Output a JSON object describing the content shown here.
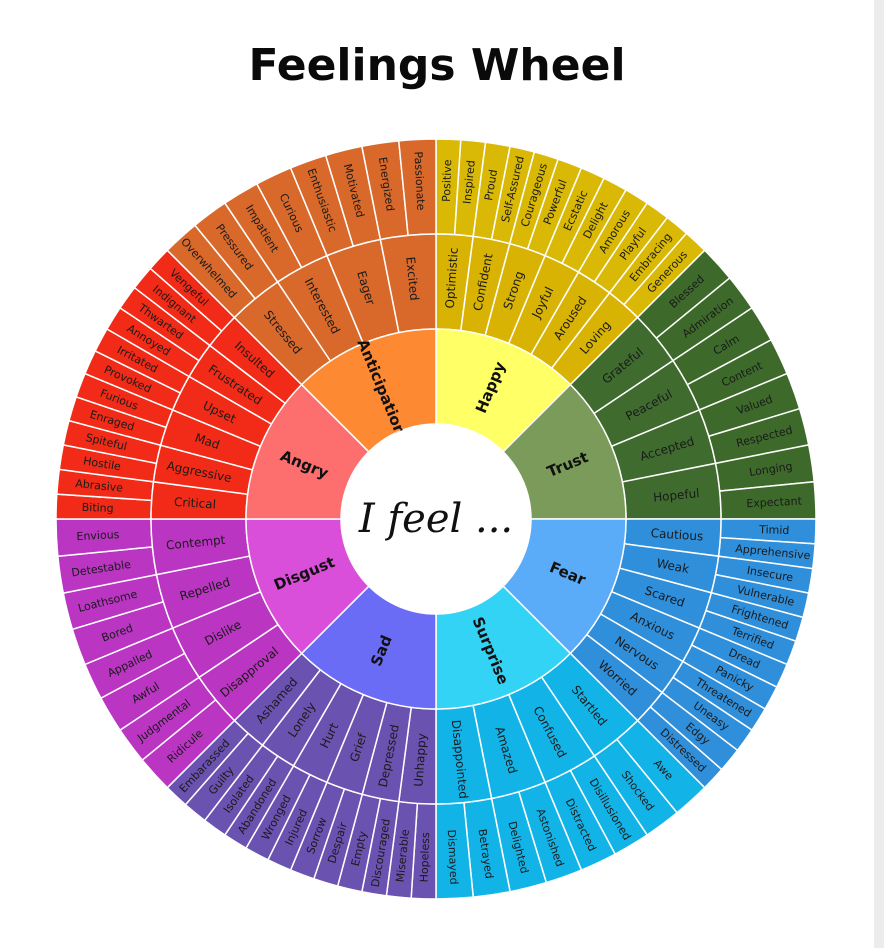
{
  "title": "Feelings Wheel",
  "center": "I feel ...",
  "emotions": [
    {
      "name": "Happy",
      "color_inner": "#ffff66",
      "color_mid": "#d8b304",
      "color_outer": "#d9b905",
      "secondary": [
        {
          "name": "Optimistic",
          "tertiary": [
            "Positive",
            "Inspired"
          ]
        },
        {
          "name": "Confident",
          "tertiary": [
            "Proud",
            "Self-Assured"
          ]
        },
        {
          "name": "Strong",
          "tertiary": [
            "Courageous",
            "Powerful"
          ]
        },
        {
          "name": "Joyful",
          "tertiary": [
            "Ecstatic",
            "Delight"
          ]
        },
        {
          "name": "Aroused",
          "tertiary": [
            "Amorous",
            "Playful"
          ]
        },
        {
          "name": "Loving",
          "tertiary": [
            "Embracing",
            "Generous"
          ]
        }
      ]
    },
    {
      "name": "Trust",
      "color_inner": "#7a9b5a",
      "color_mid": "#3f6b2e",
      "color_outer": "#3d6a2b",
      "secondary": [
        {
          "name": "Grateful",
          "tertiary": [
            "Blessed",
            "Admiration"
          ]
        },
        {
          "name": "Peaceful",
          "tertiary": [
            "Calm",
            "Content"
          ]
        },
        {
          "name": "Accepted",
          "tertiary": [
            "Valued",
            "Respected"
          ]
        },
        {
          "name": "Hopeful",
          "tertiary": [
            "Longing",
            "Expectant"
          ]
        }
      ]
    },
    {
      "name": "Fear",
      "color_inner": "#5aabf8",
      "color_mid": "#2f8fdb",
      "color_outer": "#2f8fdb",
      "secondary": [
        {
          "name": "Cautious",
          "tertiary": [
            "Timid",
            "Apprehensive"
          ]
        },
        {
          "name": "Weak",
          "tertiary": [
            "Insecure",
            "Vulnerable"
          ]
        },
        {
          "name": "Scared",
          "tertiary": [
            "Frightened",
            "Terrified"
          ]
        },
        {
          "name": "Anxious",
          "tertiary": [
            "Dread",
            "Panicky"
          ]
        },
        {
          "name": "Nervous",
          "tertiary": [
            "Threatened",
            "Uneasy"
          ]
        },
        {
          "name": "Worried",
          "tertiary": [
            "Edgy",
            "Distressed"
          ]
        }
      ]
    },
    {
      "name": "Surprise",
      "color_inner": "#33d3f5",
      "color_mid": "#12b4e8",
      "color_outer": "#12b4e8",
      "secondary": [
        {
          "name": "Startled",
          "tertiary": [
            "Awe",
            "Shocked"
          ]
        },
        {
          "name": "Confused",
          "tertiary": [
            "Disillusioned",
            "Distracted"
          ]
        },
        {
          "name": "Amazed",
          "tertiary": [
            "Astonished",
            "Delighted"
          ]
        },
        {
          "name": "Disappointed",
          "tertiary": [
            "Betrayed",
            "Dismayed"
          ]
        }
      ]
    },
    {
      "name": "Sad",
      "color_inner": "#6b6cf5",
      "color_mid": "#6a52b0",
      "color_outer": "#6a52b0",
      "secondary": [
        {
          "name": "Unhappy",
          "tertiary": [
            "Hopeless",
            "Miserable"
          ]
        },
        {
          "name": "Depressed",
          "tertiary": [
            "Discouraged",
            "Empty"
          ]
        },
        {
          "name": "Grief",
          "tertiary": [
            "Despair",
            "Sorrow"
          ]
        },
        {
          "name": "Hurt",
          "tertiary": [
            "Injured",
            "Wronged"
          ]
        },
        {
          "name": "Lonely",
          "tertiary": [
            "Abandoned",
            "Isolated"
          ]
        },
        {
          "name": "Ashamed",
          "tertiary": [
            "Guilty",
            "Embarassed"
          ]
        }
      ]
    },
    {
      "name": "Disgust",
      "color_inner": "#d94fd9",
      "color_mid": "#b935c2",
      "color_outer": "#b935c2",
      "secondary": [
        {
          "name": "Disapproval",
          "tertiary": [
            "Ridicule",
            "Judgmental"
          ]
        },
        {
          "name": "Dislike",
          "tertiary": [
            "Awful",
            "Appalled"
          ]
        },
        {
          "name": "Repelled",
          "tertiary": [
            "Bored",
            "Loathsome"
          ]
        },
        {
          "name": "Contempt",
          "tertiary": [
            "Detestable",
            "Envious"
          ]
        }
      ]
    },
    {
      "name": "Angry",
      "color_inner": "#fd6f6f",
      "color_mid": "#f12b17",
      "color_outer": "#f12b17",
      "secondary": [
        {
          "name": "Critical",
          "tertiary": [
            "Biting",
            "Abrasive"
          ]
        },
        {
          "name": "Aggressive",
          "tertiary": [
            "Hostile",
            "Spiteful"
          ]
        },
        {
          "name": "Mad",
          "tertiary": [
            "Enraged",
            "Furious"
          ]
        },
        {
          "name": "Upset",
          "tertiary": [
            "Provoked",
            "Irritated"
          ]
        },
        {
          "name": "Frustrated",
          "tertiary": [
            "Annoyed",
            "Thwarted"
          ]
        },
        {
          "name": "Insulted",
          "tertiary": [
            "Indignant",
            "Vengeful"
          ]
        }
      ]
    },
    {
      "name": "Anticipation",
      "color_inner": "#fd8a33",
      "color_mid": "#d8692a",
      "color_outer": "#d8692a",
      "secondary": [
        {
          "name": "Stressed",
          "tertiary": [
            "Overwhelmed",
            "Pressured"
          ]
        },
        {
          "name": "Interested",
          "tertiary": [
            "Impatient",
            "Curious"
          ]
        },
        {
          "name": "Eager",
          "tertiary": [
            "Enthusiastic",
            "Motivated"
          ]
        },
        {
          "name": "Excited",
          "tertiary": [
            "Energized",
            "Passionate"
          ]
        }
      ]
    }
  ]
}
